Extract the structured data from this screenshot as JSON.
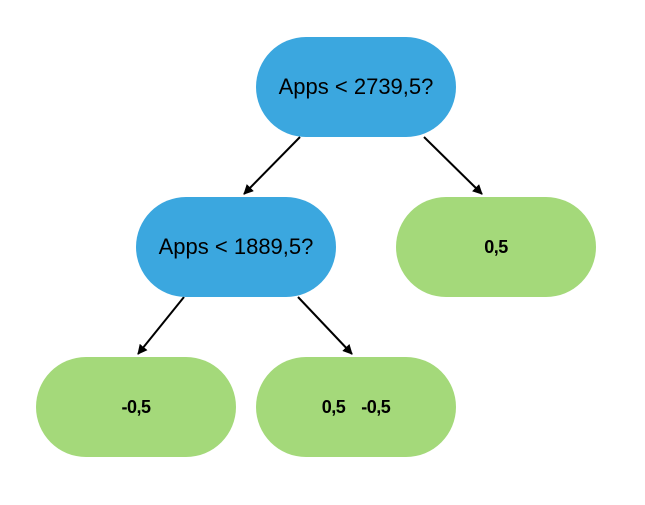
{
  "colors": {
    "decision_fill": "#3ba7df",
    "leaf_fill": "#a4d97a",
    "edge": "#000000"
  },
  "nodes": {
    "root": {
      "label": "Apps < 2739,5?"
    },
    "left": {
      "label": "Apps < 1889,5?"
    },
    "right_leaf": {
      "label": "0,5"
    },
    "left_left_leaf": {
      "label": "-0,5"
    },
    "left_right_leaf": {
      "values": [
        "0,5",
        "-0,5"
      ]
    }
  }
}
